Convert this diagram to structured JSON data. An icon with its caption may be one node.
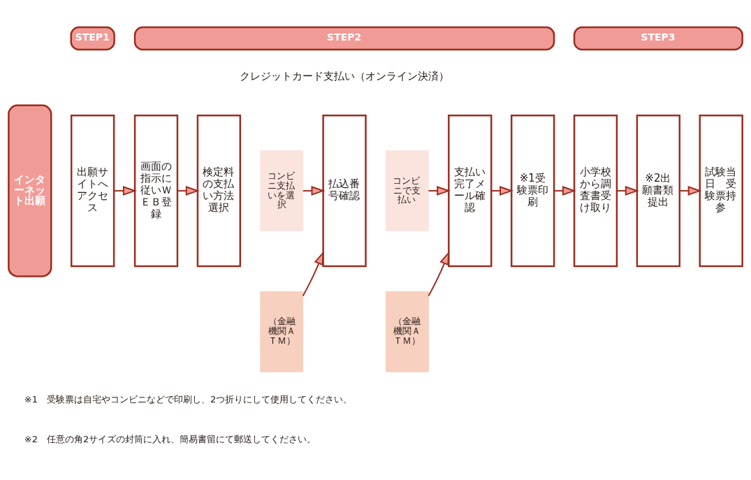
{
  "diagram": {
    "nodes": [
      {
        "text": [
          "インターネット出願"
        ]
      },
      {
        "text": [
          "STEP1"
        ]
      },
      {
        "text": [
          "STEP2"
        ]
      },
      {
        "text": [
          "STEP3"
        ]
      },
      {
        "text": [
          "出願サイトへアクセス"
        ]
      },
      {
        "text": [
          "画面の指示に従いＷＥＢ登録"
        ]
      },
      {
        "text": [
          "検定料の支払い方法選択"
        ]
      },
      {
        "text": [
          "コンビニ支払いを選択"
        ]
      },
      {
        "text": [
          "（金融機関ＡＴＭ）"
        ]
      },
      {
        "text": [
          "払込番号確認"
        ]
      },
      {
        "text": [
          "コンビニで支払い"
        ]
      },
      {
        "text": [
          "（金融機関ＡＴＭ）"
        ]
      },
      {
        "text": [
          "支払い完了メール確認"
        ]
      },
      {
        "text": [
          "※1受験票印刷"
        ]
      },
      {
        "text": [
          "小学校から調査書受け取り"
        ]
      },
      {
        "text": [
          "※2出願書類提出"
        ]
      },
      {
        "text": [
          "試験当日　受験票持参"
        ]
      }
    ],
    "edges": [
      {
        "from": 4,
        "to": 5,
        "arrow": "to"
      },
      {
        "from": 5,
        "to": 6,
        "arrow": "to"
      },
      {
        "from": 7,
        "to": 9,
        "arrow": "to"
      },
      {
        "from": 8,
        "to": 9,
        "arrow": "to"
      },
      {
        "from": 10,
        "to": 12,
        "arrow": "to"
      },
      {
        "from": 11,
        "to": 12,
        "arrow": "to"
      },
      {
        "from": 12,
        "to": 13,
        "arrow": "to"
      },
      {
        "from": 13,
        "to": 14,
        "arrow": "to"
      },
      {
        "from": 14,
        "to": 15,
        "arrow": "to"
      },
      {
        "from": 15,
        "to": 16,
        "arrow": "to"
      }
    ],
    "labels": [
      "クレジットカード支払い（オンライン決済）",
      "※1　受験票は自宅やコンビニなどで印刷し、2つ折りにして使用してください。",
      "※2　任意の角2サイズの封筒に入れ、簡易書留にて郵送してください。"
    ]
  }
}
